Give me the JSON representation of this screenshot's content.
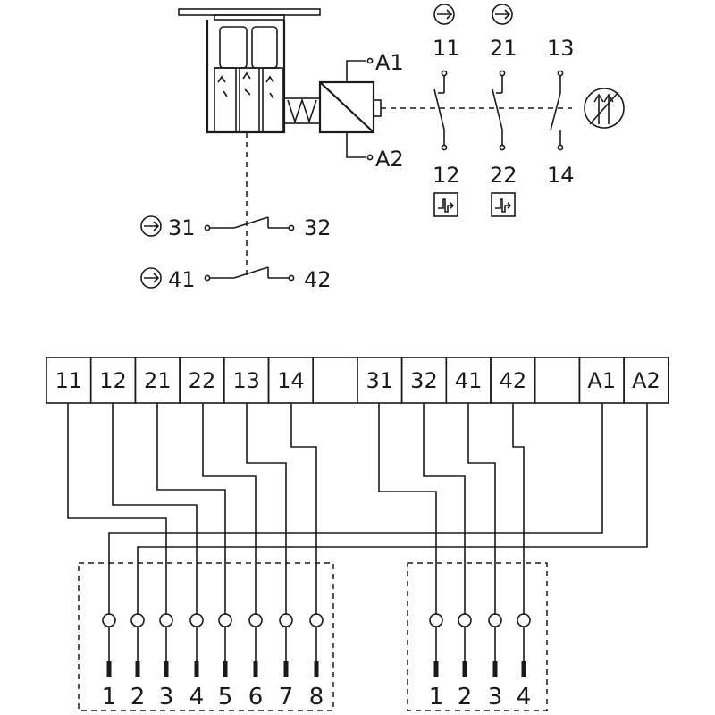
{
  "coil": {
    "terminal_top": "A1",
    "terminal_bottom": "A2"
  },
  "right_contacts": [
    {
      "top": "11",
      "bottom": "12",
      "type": "nc"
    },
    {
      "top": "21",
      "bottom": "22",
      "type": "nc"
    },
    {
      "top": "13",
      "bottom": "14",
      "type": "no"
    }
  ],
  "left_contacts": [
    {
      "left": "31",
      "right": "32"
    },
    {
      "left": "41",
      "right": "42"
    }
  ],
  "terminal_strip": [
    "11",
    "12",
    "21",
    "22",
    "13",
    "14",
    "",
    "31",
    "32",
    "41",
    "42",
    "",
    "A1",
    "A2"
  ],
  "connector_1": {
    "pins": [
      "1",
      "2",
      "3",
      "4",
      "5",
      "6",
      "7",
      "8"
    ]
  },
  "connector_2": {
    "pins": [
      "1",
      "2",
      "3",
      "4"
    ]
  }
}
